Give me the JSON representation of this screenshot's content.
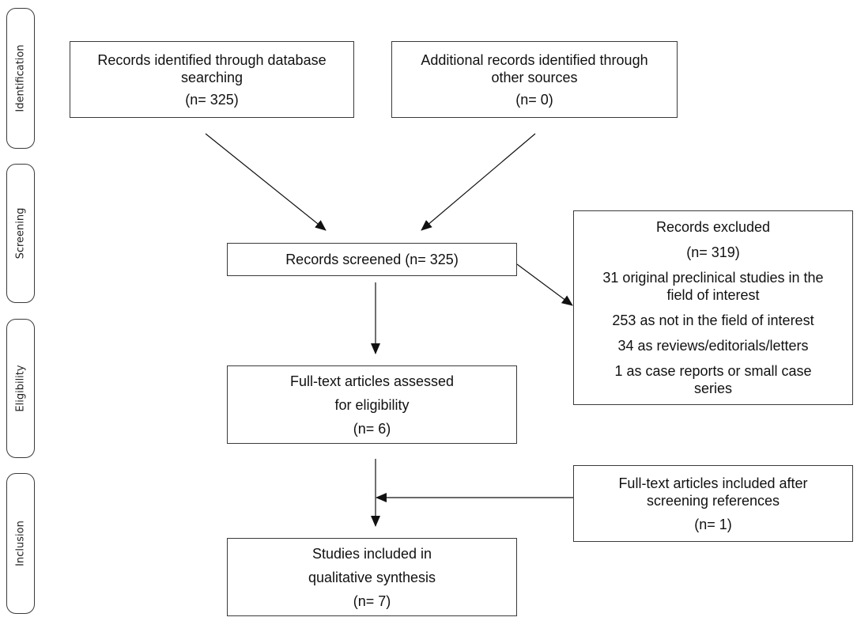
{
  "stages": [
    {
      "id": "identification",
      "label": "Identification"
    },
    {
      "id": "screening",
      "label": "Screening"
    },
    {
      "id": "eligibility",
      "label": "Eligibility"
    },
    {
      "id": "inclusion",
      "label": "Inclusion"
    }
  ],
  "boxes": {
    "database": {
      "line1": "Records identified through database",
      "line2": "searching",
      "count": "(n= 325)"
    },
    "other_sources": {
      "line1": "Additional records identified through",
      "line2": "other sources",
      "count": "(n= 0)"
    },
    "screened": {
      "text": "Records screened (n= 325)"
    },
    "excluded": {
      "title": "Records excluded",
      "count": "(n= 319)",
      "item1_line1": "31 original preclinical studies in the",
      "item1_line2": "field of interest",
      "item2": "253 as not in the field of interest",
      "item3": "34 as reviews/editorials/letters",
      "item4_line1": "1 as case reports or small case",
      "item4_line2": "series"
    },
    "fulltext": {
      "line1": "Full-text articles assessed",
      "line2": "for eligibility",
      "count": "(n= 6)"
    },
    "included_refs": {
      "line1": "Full-text articles included after",
      "line2": "screening references",
      "count": "(n= 1)"
    },
    "studies": {
      "line1": "Studies included in",
      "line2": "qualitative synthesis",
      "count": "(n= 7)"
    }
  }
}
